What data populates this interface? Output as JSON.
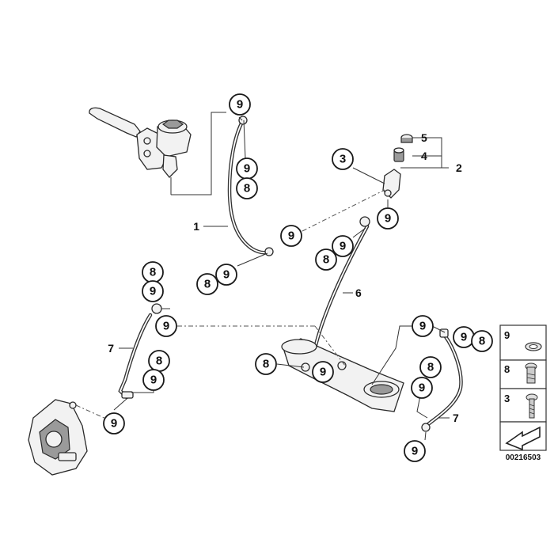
{
  "diagram": {
    "reference_number": "00216503",
    "callouts": {
      "c9_top": "9",
      "c9_top2": "9",
      "c8_top": "8",
      "c9_mid": "9",
      "c8_mid": "8",
      "c9_mid2": "9",
      "c3": "3",
      "c9_r1": "9",
      "c8_r1": "8",
      "c9_r2": "9",
      "c8_l1": "8",
      "c9_l1": "9",
      "c9_l2": "9",
      "c8_l2": "8",
      "c9_l3": "9",
      "c9_l4": "9",
      "c8_c1": "8",
      "c9_c1": "9",
      "c9_rr1": "9",
      "c9_rr2": "9",
      "c8_rr1": "8",
      "c8_rr2": "8",
      "c9_rr3": "9",
      "c9_rr4": "9"
    },
    "labels": {
      "l1": "1",
      "l2": "2",
      "l4": "4",
      "l5": "5",
      "l6": "6",
      "l7a": "7",
      "l7b": "7"
    },
    "legend": [
      {
        "number": "9",
        "icon": "washer-icon"
      },
      {
        "number": "8",
        "icon": "banjo-bolt-icon"
      },
      {
        "number": "3",
        "icon": "screw-icon"
      }
    ]
  }
}
